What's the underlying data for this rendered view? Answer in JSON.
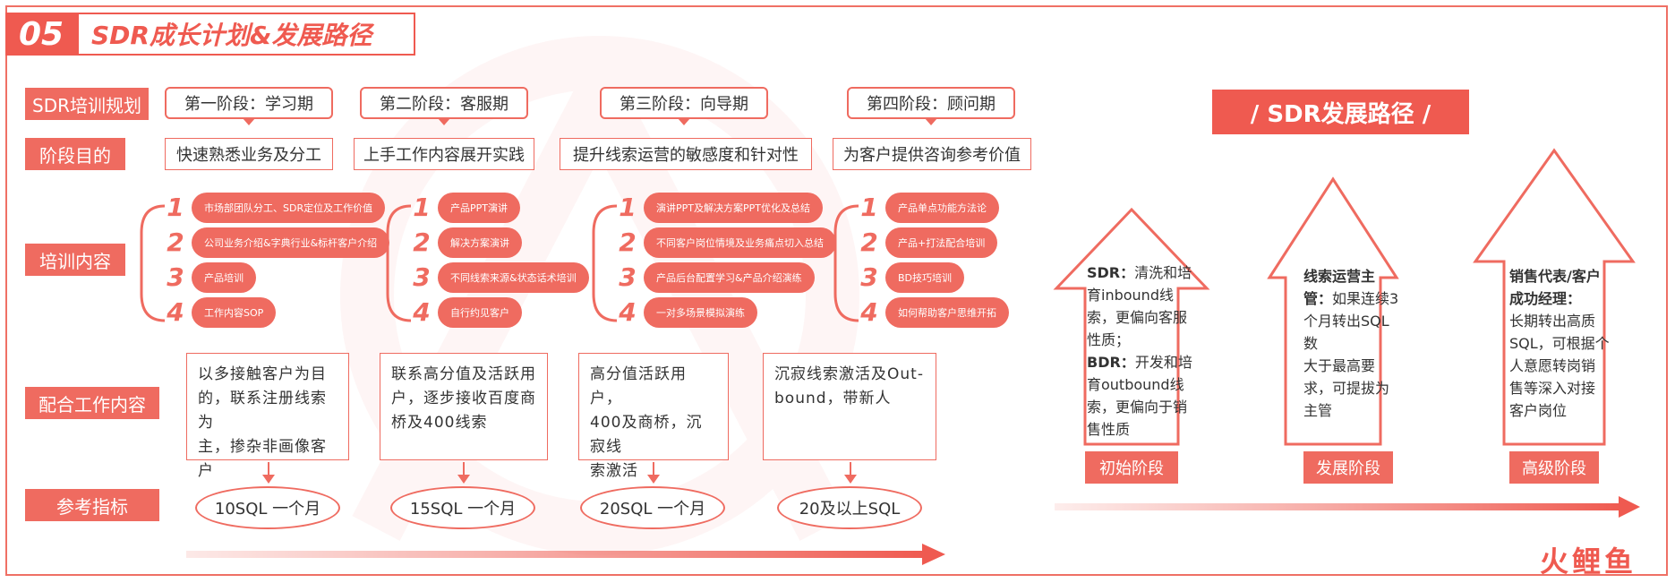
{
  "header": {
    "number": "05",
    "title": "SDR成长计划&发展路径"
  },
  "row_labels": {
    "plan": "SDR培训规划",
    "goal": "阶段目的",
    "content": "培训内容",
    "coop": "配合工作内容",
    "metric": "参考指标"
  },
  "stages": [
    {
      "name": "第一阶段：学习期",
      "goal": "快速熟悉业务及分工",
      "items": [
        {
          "num": "1",
          "text": "市场部团队分工、SDR定位及工作价值"
        },
        {
          "num": "2",
          "text": "公司业务介绍&字典行业&标杆客户介绍"
        },
        {
          "num": "3",
          "text": "产品培训"
        },
        {
          "num": "4",
          "text": "工作内容SOP"
        }
      ],
      "coop": [
        "以多接触客户为目",
        "的，联系注册线索为",
        "主，掺杂非画像客户"
      ],
      "metric": "10SQL 一个月"
    },
    {
      "name": "第二阶段：客服期",
      "goal": "上手工作内容展开实践",
      "items": [
        {
          "num": "1",
          "text": "产品PPT演讲"
        },
        {
          "num": "2",
          "text": "解决方案演讲"
        },
        {
          "num": "3",
          "text": "不同线索来源&状态话术培训"
        },
        {
          "num": "4",
          "text": "自行约见客户"
        }
      ],
      "coop": [
        "联系高分值及活跃用",
        "户，逐步接收百度商",
        "桥及400线索"
      ],
      "metric": "15SQL 一个月"
    },
    {
      "name": "第三阶段：向导期",
      "goal": "提升线索运营的敏感度和针对性",
      "items": [
        {
          "num": "1",
          "text": "演讲PPT及解决方案PPT优化及总结"
        },
        {
          "num": "2",
          "text": "不同客户岗位情境及业务痛点切入总结"
        },
        {
          "num": "3",
          "text": "产品后台配置学习&产品介绍演练"
        },
        {
          "num": "4",
          "text": "一对多场景模拟演练"
        }
      ],
      "coop": [
        "高分值活跃用户，",
        "400及商桥，沉寂线",
        "索激活"
      ],
      "metric": "20SQL 一个月"
    },
    {
      "name": "第四阶段：顾问期",
      "goal": "为客户提供咨询参考价值",
      "items": [
        {
          "num": "1",
          "text": "产品单点功能方法论"
        },
        {
          "num": "2",
          "text": "产品+打法配合培训"
        },
        {
          "num": "3",
          "text": "BD技巧培训"
        },
        {
          "num": "4",
          "text": "如何帮助客户思维开拓"
        }
      ],
      "coop": [
        "沉寂线索激活及Out-",
        "bound，带新人"
      ],
      "metric": "20及以上SQL"
    }
  ],
  "path": {
    "title": "/ SDR发展路径 /",
    "arrows": [
      {
        "lines": [
          {
            "bold": "SDR：",
            "text": "清洗和培"
          },
          {
            "bold": "",
            "text": "育inbound线"
          },
          {
            "bold": "",
            "text": "索，更偏向客服"
          },
          {
            "bold": "",
            "text": "性质；"
          },
          {
            "bold": "BDR：",
            "text": "开发和培"
          },
          {
            "bold": "",
            "text": "育outbound线"
          },
          {
            "bold": "",
            "text": "索，更偏向于销"
          },
          {
            "bold": "",
            "text": "售性质"
          }
        ],
        "label": "初始阶段"
      },
      {
        "lines": [
          {
            "bold": "线索运营主",
            "text": ""
          },
          {
            "bold": "管：",
            "text": "如果连续3"
          },
          {
            "bold": "",
            "text": "个月转出SQL数"
          },
          {
            "bold": "",
            "text": "大于最高要"
          },
          {
            "bold": "",
            "text": "求，可提拔为"
          },
          {
            "bold": "",
            "text": "主管"
          }
        ],
        "label": "发展阶段"
      },
      {
        "lines": [
          {
            "bold": "销售代表/客户",
            "text": ""
          },
          {
            "bold": "成功经理：",
            "text": ""
          },
          {
            "bold": "",
            "text": "长期转出高质"
          },
          {
            "bold": "",
            "text": "SQL，可根据个"
          },
          {
            "bold": "",
            "text": "人意愿转岗销"
          },
          {
            "bold": "",
            "text": "售等深入对接"
          },
          {
            "bold": "",
            "text": "客户岗位"
          }
        ],
        "label": "高级阶段"
      }
    ]
  },
  "logo": "火鲤鱼",
  "colors": {
    "accent": "#ef6b60",
    "accent_dark": "#ef5a50"
  }
}
